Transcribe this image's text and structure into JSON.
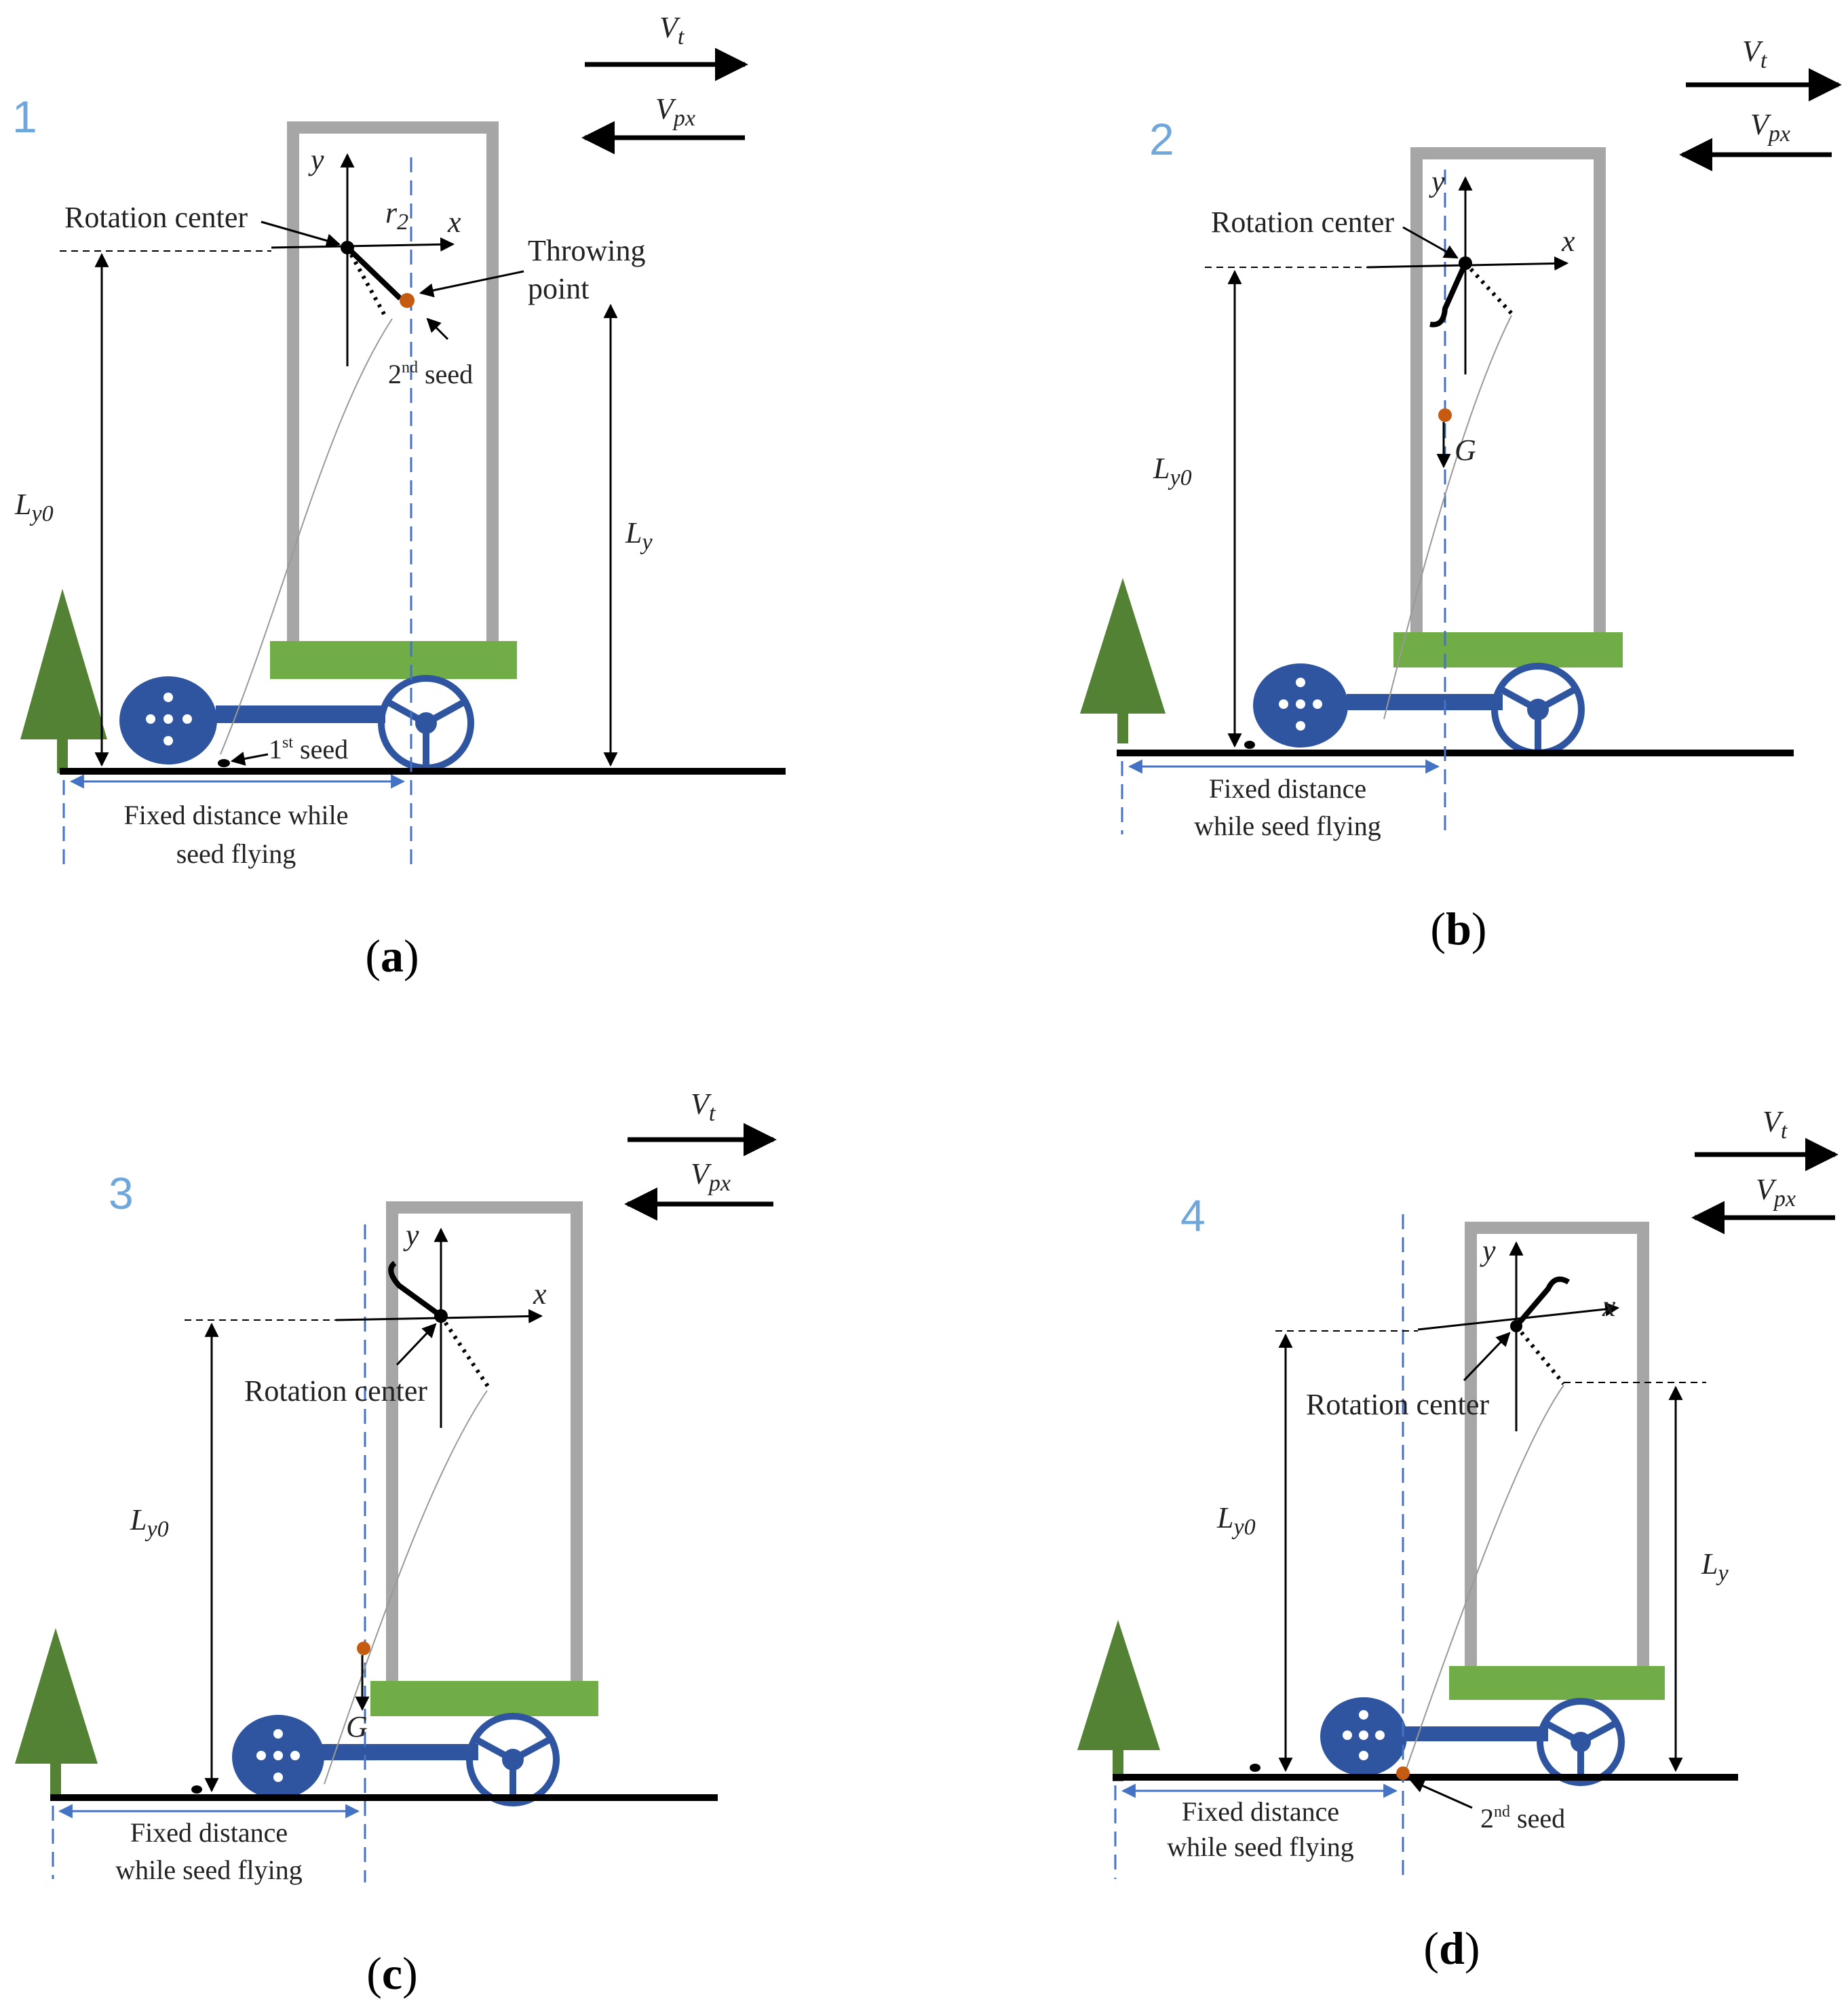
{
  "labels": {
    "vt": "V",
    "vt_sub": "t",
    "vpx": "V",
    "vpx_sub": "px",
    "x": "x",
    "y": "y",
    "ly0": "L",
    "ly0_sub": "y0",
    "ly": "L",
    "ly_sub": "y",
    "r2": "r",
    "r2_sub": "2",
    "g": "G",
    "rotation_center": "Rotation center",
    "throwing_point_1": "Throwing",
    "throwing_point_2": "point",
    "seed_word": "seed",
    "first_num": "1",
    "first_sup": "st",
    "second_num": "2",
    "second_sup": "nd",
    "fixed_a_1": "Fixed distance while",
    "fixed_a_2": "seed flying",
    "fixed_1": "Fixed distance",
    "fixed_2": "while seed flying"
  },
  "panels": [
    {
      "id": "a",
      "step": "1",
      "caption_open": "(",
      "caption_letter": "a",
      "caption_close": ")"
    },
    {
      "id": "b",
      "step": "2",
      "caption_open": "(",
      "caption_letter": "b",
      "caption_close": ")"
    },
    {
      "id": "c",
      "step": "3",
      "caption_open": "(",
      "caption_letter": "c",
      "caption_close": ")"
    },
    {
      "id": "d",
      "step": "4",
      "caption_open": "(",
      "caption_letter": "d",
      "caption_close": ")"
    }
  ],
  "colors": {
    "frame": "#A6A6A6",
    "platform": "#70AD47",
    "vehicle": "#2F55A0",
    "tree": "#548235",
    "guide": "#4472C4",
    "seed": "#C55A11",
    "step_number": "#6FA6DC"
  }
}
